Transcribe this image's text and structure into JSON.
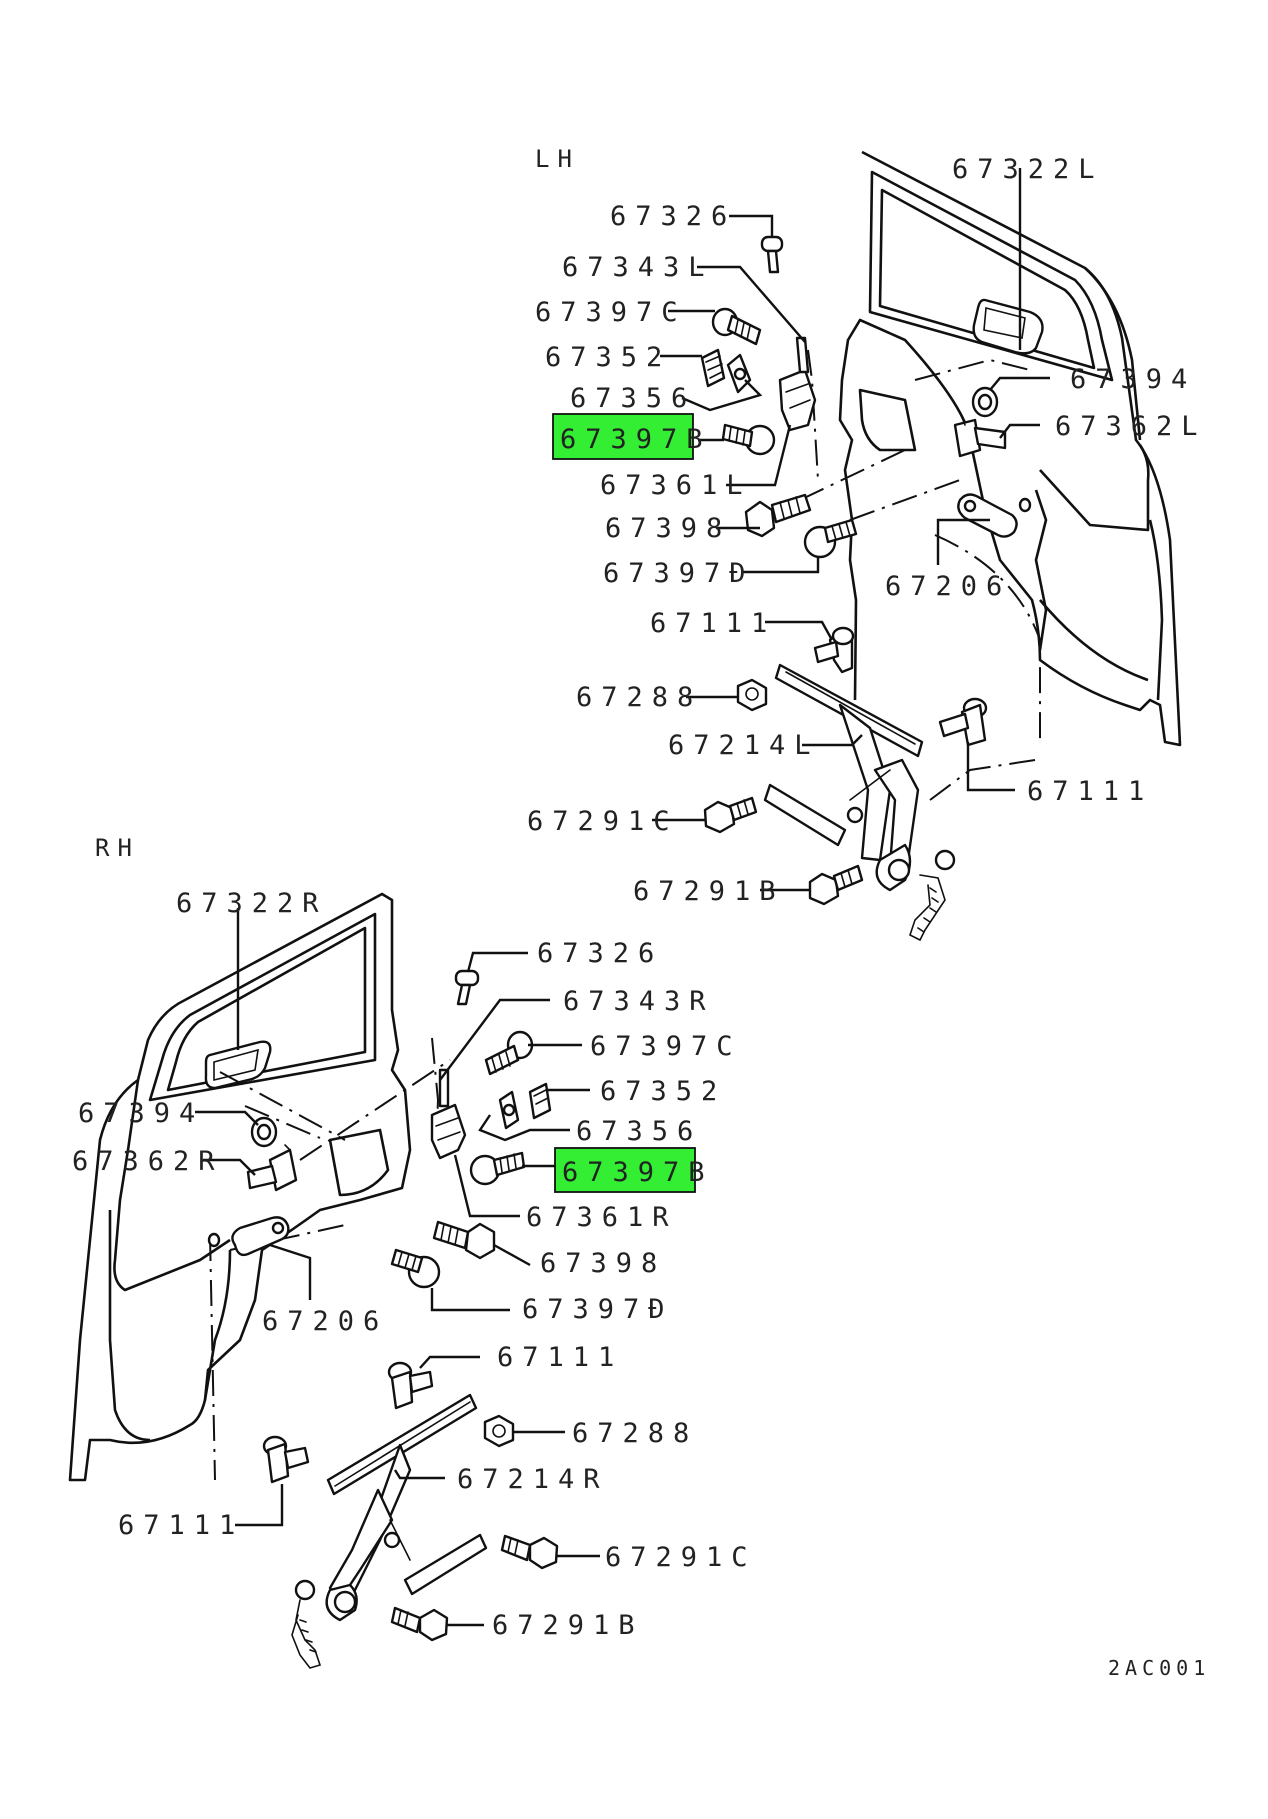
{
  "diagram": {
    "code": "2AC001",
    "highlight_color": "#33ee33",
    "lh": {
      "side_label": "LH",
      "parts": {
        "p67322L": "67322L",
        "p67326": "67326",
        "p67343L": "67343L",
        "p67397C": "67397C",
        "p67352": "67352",
        "p67356": "67356",
        "p67397B": "67397B",
        "p67361L": "67361L",
        "p67394": "67394",
        "p67362L": "67362L",
        "p67398": "67398",
        "p67397D": "67397Đ",
        "p67206": "67206",
        "p67111a": "67111",
        "p67288": "67288",
        "p67214L": "67214L",
        "p67111b": "67111",
        "p67291C": "67291C",
        "p67291B": "67291B"
      }
    },
    "rh": {
      "side_label": "RH",
      "parts": {
        "p67322R": "67322R",
        "p67326": "67326",
        "p67343R": "67343R",
        "p67397C": "67397C",
        "p67352": "67352",
        "p67356": "67356",
        "p67397B": "67397B",
        "p67394": "67394",
        "p67362R": "67362R",
        "p67361R": "67361R",
        "p67398": "67398",
        "p67397D": "67397Đ",
        "p67206": "67206",
        "p67111a": "67111",
        "p67288": "67288",
        "p67214R": "67214R",
        "p67111b": "67111",
        "p67291C": "67291C",
        "p67291B": "67291B"
      }
    }
  }
}
